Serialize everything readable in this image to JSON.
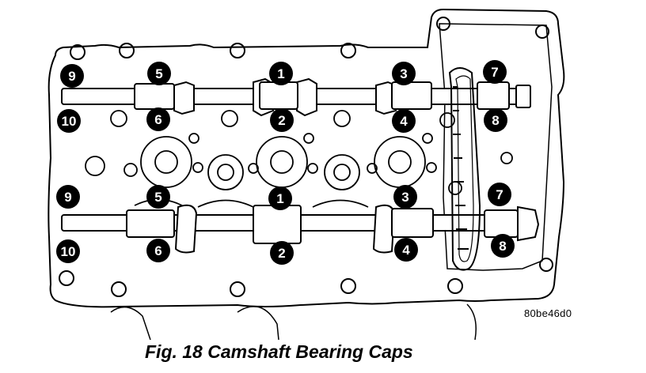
{
  "figure": {
    "caption": "Fig. 18 Camshaft Bearing Caps",
    "image_code": "80be46d0"
  },
  "upper_camshaft": {
    "caps": [
      "1",
      "2",
      "3",
      "4",
      "5",
      "6",
      "7",
      "8",
      "9",
      "10"
    ]
  },
  "lower_camshaft": {
    "caps": [
      "1",
      "2",
      "3",
      "4",
      "5",
      "6",
      "7",
      "8",
      "9",
      "10"
    ]
  },
  "colors": {
    "line": "#000000",
    "badge": "#000000",
    "badge_text": "#ffffff",
    "background": "#ffffff"
  }
}
